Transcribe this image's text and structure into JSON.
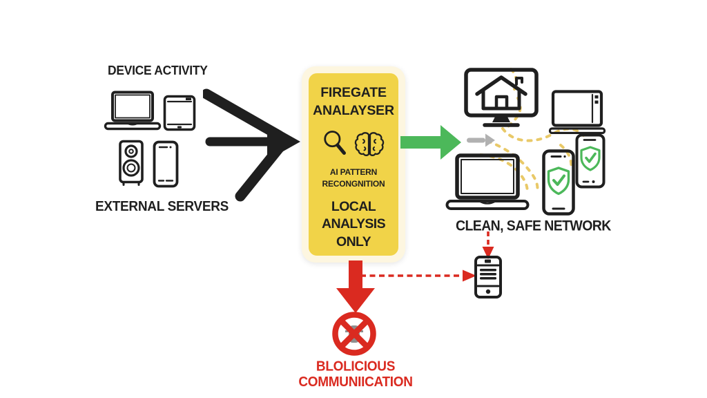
{
  "colors": {
    "background": "#ffffff",
    "ink": "#1f1f1f",
    "panel_fill": "#f1d348",
    "panel_border": "#fdf6e0",
    "green": "#4cb85a",
    "red": "#da2a20",
    "flow_yellow": "#e9c968",
    "gray": "#b1b1b1"
  },
  "left_group": {
    "device_activity_label": "DEVICE ACTIVITY",
    "external_servers_label": "EXTERNAL SERVERS",
    "device_icons": [
      "laptop",
      "tablet",
      "speaker",
      "smartphone"
    ]
  },
  "analyzer_panel": {
    "title": "FIREGATE ANALAYSER",
    "icons": [
      "magnifier",
      "brain"
    ],
    "subtitle": "AI PATTERN RECONGNITION",
    "mode": "LOCAL ANALYSIS ONLY"
  },
  "safe_network": {
    "label": "CLEAN, SAFE NETWORK",
    "icons": [
      "smart-home-monitor",
      "laptop-small",
      "laptop-large",
      "shield-phone",
      "shield-phone-small",
      "router-server"
    ]
  },
  "blocked_flow": {
    "label": "BLOLICIOUS COMMUNIICATION",
    "icon": "blocked-circle-x"
  },
  "arrows": {
    "ingest": "black-arrow-right",
    "allow": "green-arrow-right",
    "forward": "gray-arrow-right",
    "block": "red-arrow-down",
    "trace_horizontal": "red-dashed-arrow-right",
    "trace_vertical": "red-dashed-arrow-down",
    "traffic": "yellow-dashed-flows"
  }
}
